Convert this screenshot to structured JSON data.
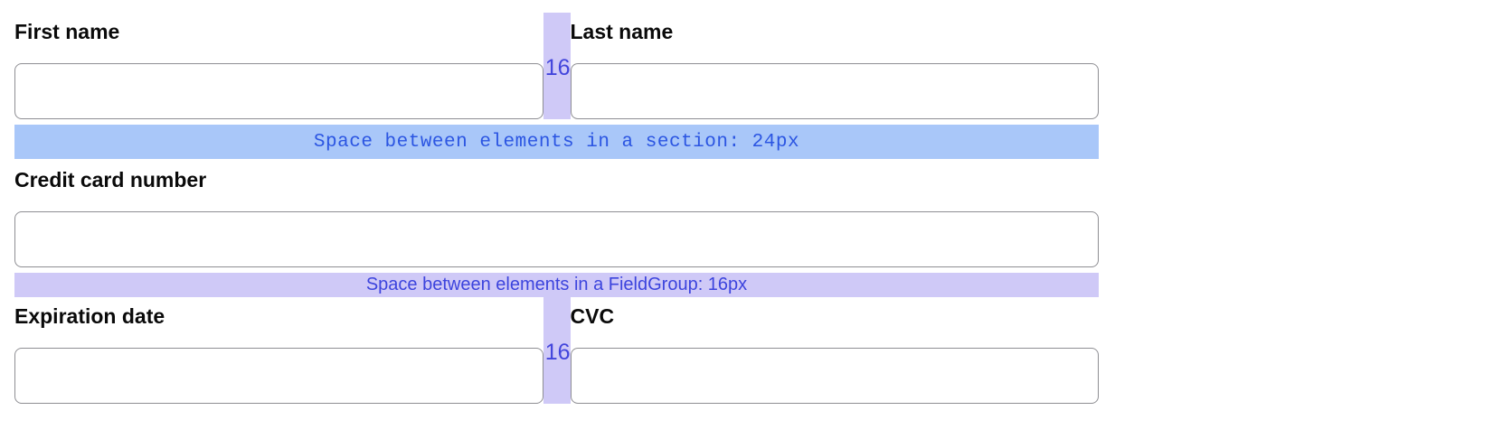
{
  "form": {
    "name_row": {
      "gap_label": "16",
      "fields": [
        {
          "label": "First name",
          "value": ""
        },
        {
          "label": "Last name",
          "value": ""
        }
      ]
    },
    "section_gap_banner": "Space between elements in a section: 24px",
    "credit_card_field": {
      "label": "Credit card number",
      "value": ""
    },
    "fieldgroup_gap_banner": "Space between elements in a FieldGroup: 16px",
    "card_details_row": {
      "gap_label": "16",
      "fields": [
        {
          "label": "Expiration date",
          "value": ""
        },
        {
          "label": "CVC",
          "value": ""
        }
      ]
    }
  },
  "colors": {
    "gap_strip_bg": "#cfc9f7",
    "section_banner_bg": "#a9c7f9",
    "fieldgroup_banner_bg": "#cfc9f7",
    "section_banner_text": "#2b55e2",
    "fieldgroup_banner_text": "#3c44dd",
    "gap_label_text": "#4245dc",
    "input_border": "#8e8e93",
    "label_text": "#0a0a0a"
  }
}
